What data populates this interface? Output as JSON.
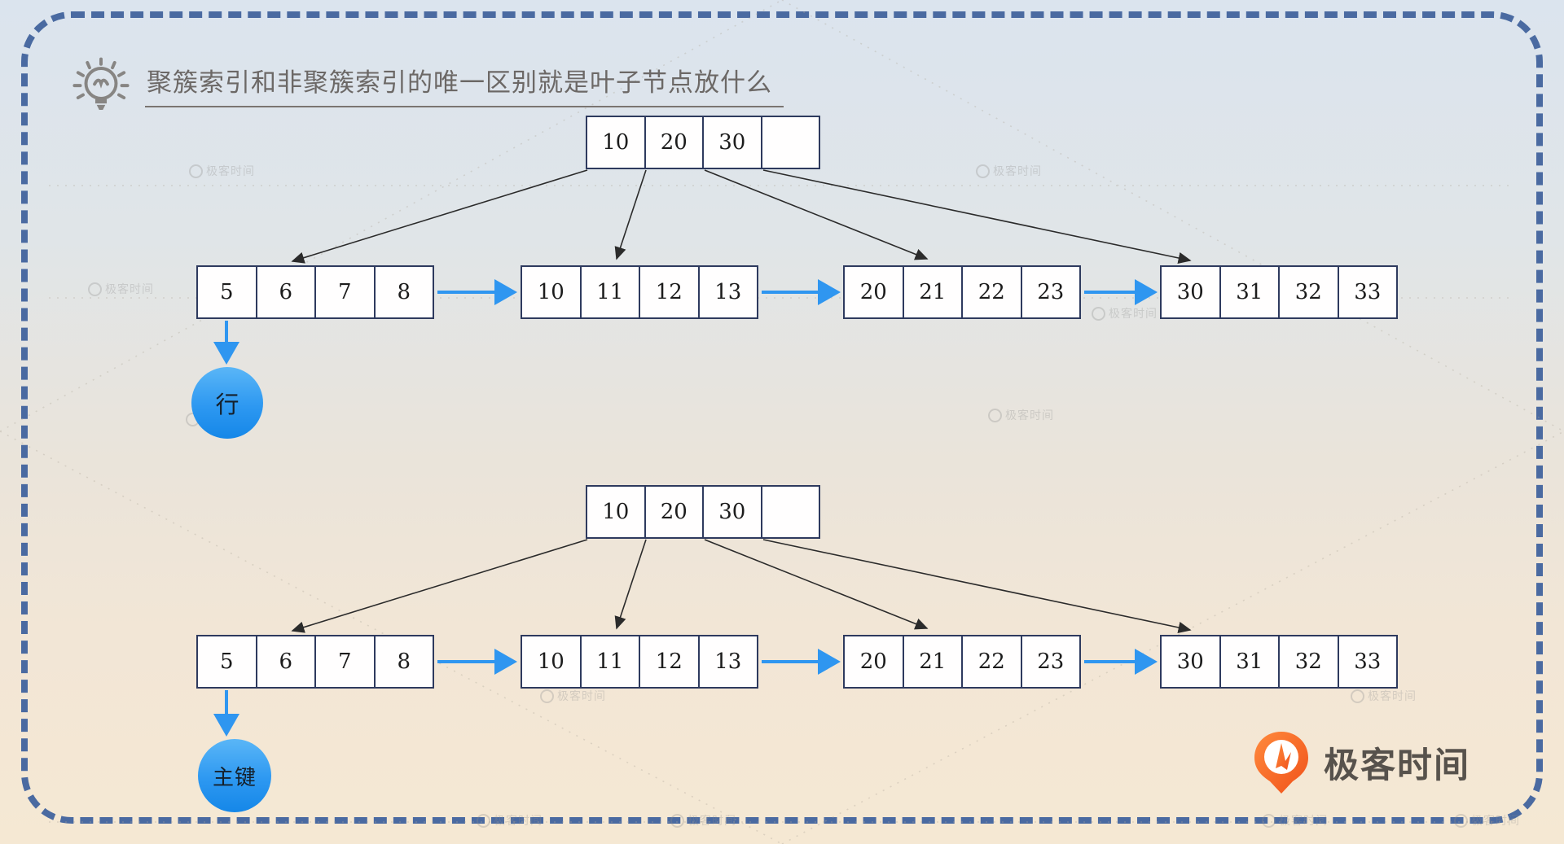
{
  "title": "聚簇索引和非聚簇索引的唯一区别就是叶子节点放什么",
  "icons": {
    "hint": "lightbulb-icon",
    "brand": "geektime-q-icon",
    "watermark": "geektime-q-icon"
  },
  "trees": [
    {
      "root": [
        "10",
        "20",
        "30",
        ""
      ],
      "leaves": [
        [
          "5",
          "6",
          "7",
          "8"
        ],
        [
          "10",
          "11",
          "12",
          "13"
        ],
        [
          "20",
          "21",
          "22",
          "23"
        ],
        [
          "30",
          "31",
          "32",
          "33"
        ]
      ],
      "leaf_pointer_label": "行"
    },
    {
      "root": [
        "10",
        "20",
        "30",
        ""
      ],
      "leaves": [
        [
          "5",
          "6",
          "7",
          "8"
        ],
        [
          "10",
          "11",
          "12",
          "13"
        ],
        [
          "20",
          "21",
          "22",
          "23"
        ],
        [
          "30",
          "31",
          "32",
          "33"
        ]
      ],
      "leaf_pointer_label": "主键"
    }
  ],
  "watermark": {
    "text": "极客时间"
  },
  "logo": {
    "text": "极客时间"
  },
  "colors": {
    "accent_blue": "#2f96f0",
    "node_border": "#2e3a5e",
    "dashed_border": "#4a6aa1",
    "logo_orange": "#f4641e",
    "title_gray": "#6c6866",
    "bg_top": "#dbe4ee",
    "bg_bottom": "#f5e8d3"
  }
}
